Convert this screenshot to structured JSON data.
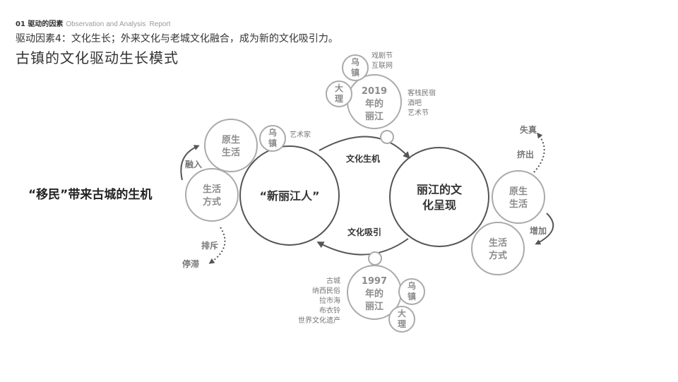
{
  "header": {
    "section_label": "01 驱动的因素",
    "section_en_main": "Observation and Analysis",
    "section_en_tail": "Report",
    "subtitle": "驱动因素4：文化生长；外来文化与老城文化融合，成为新的文化吸引力。",
    "title": "古镇的文化驱动生长模式"
  },
  "diagram": {
    "left_caption": "“移民”带来古城的生机",
    "center_left": "“新丽江人”",
    "center_right_line1": "丽江的文",
    "center_right_line2": "化呈现",
    "arrow_top_label": "文化生机",
    "arrow_bottom_label": "文化吸引",
    "left": {
      "yuansheng_l1": "原生",
      "yuansheng_l2": "生活",
      "fangshi_l1": "生活",
      "fangshi_l2": "方式",
      "wu_l1": "乌",
      "wu_l2": "镇",
      "artist": "艺术家",
      "rongru": "融入",
      "paichi": "排斥",
      "tingzhi": "停滞"
    },
    "right": {
      "yuansheng_l1": "原生",
      "yuansheng_l2": "生活",
      "fangshi_l1": "生活",
      "fangshi_l2": "方式",
      "shizhen": "失真",
      "jichu": "挤出",
      "zengjia": "增加"
    },
    "top": {
      "year": "2019",
      "l2": "年的",
      "l3": "丽江",
      "wu_l1": "乌",
      "wu_l2": "镇",
      "da_l1": "大",
      "da_l2": "理",
      "items_top": [
        "戏剧节",
        "互联网"
      ],
      "items_side": [
        "客栈民宿",
        "酒吧",
        "艺术节"
      ]
    },
    "bottom": {
      "year": "1997",
      "l2": "年的",
      "l3": "丽江",
      "wu_l1": "乌",
      "wu_l2": "镇",
      "da_l1": "大",
      "da_l2": "理",
      "items": [
        "古城",
        "纳西民俗",
        "拉市海",
        "布衣铃",
        "世界文化遗产"
      ]
    }
  },
  "colors": {
    "main_stroke": "#555555",
    "light_stroke": "#aaaaaa",
    "gray_text": "#8c8c8c"
  }
}
